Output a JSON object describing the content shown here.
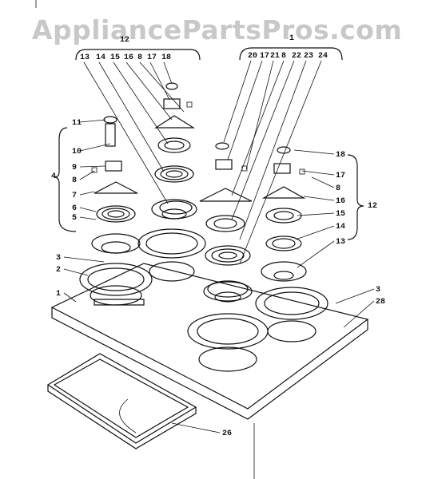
{
  "watermark": "AppliancePartsPros.com",
  "callouts": {
    "left_group_top": "12",
    "right_group_top": "1",
    "left_row": [
      "13",
      "14",
      "15",
      "16",
      "8",
      "17",
      "18"
    ],
    "right_row": [
      "20",
      "17",
      "21",
      "8",
      "22",
      "23",
      "24"
    ],
    "left_side": [
      "11",
      "10",
      "9",
      "8",
      "7",
      "6",
      "5",
      "4",
      "3",
      "2",
      "1"
    ],
    "right_side": [
      "18",
      "17",
      "8",
      "16",
      "15",
      "14",
      "13",
      "12",
      "3",
      "28"
    ],
    "bottom": "26"
  }
}
